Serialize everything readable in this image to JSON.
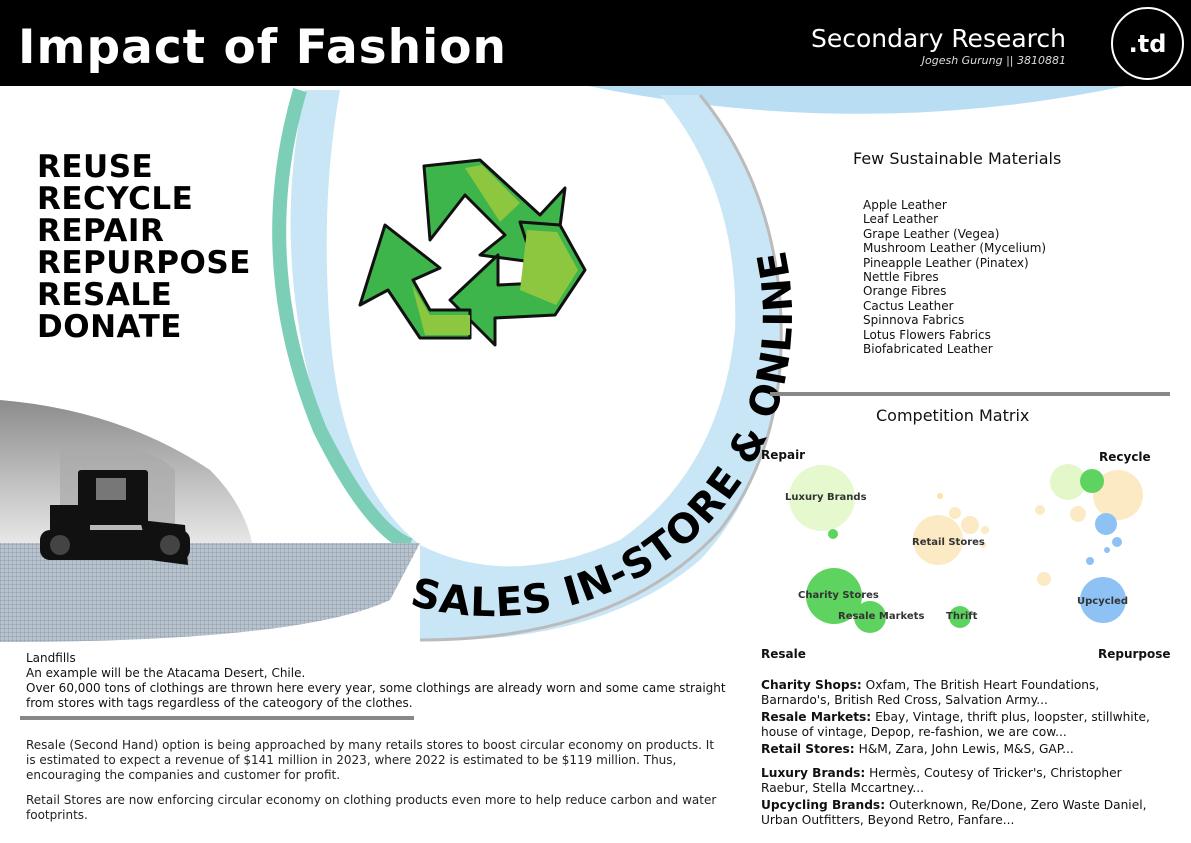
{
  "header": {
    "title": "Impact of Fashion",
    "section": "Secondary Research",
    "author": "Jogesh Gurung || 3810881",
    "logo": ".td"
  },
  "principles": [
    "REUSE",
    "RECYCLE",
    "REPAIR",
    "REPURPOSE",
    "RESALE",
    "DONATE"
  ],
  "recycle_symbol": {
    "icon": "recycle-icon",
    "colors": [
      "#3db54a",
      "#8dc63f"
    ]
  },
  "arc_text": "SALES IN-STORE & ONLINE",
  "materials": {
    "title": "Few Sustainable Materials",
    "items": [
      "Apple Leather",
      "Leaf Leather",
      "Grape Leather (Vegea)",
      "Mushroom Leather (Mycelium)",
      "Pineapple Leather (Pinatex)",
      "Nettle Fibres",
      "Orange Fibres",
      "Cactus Leather",
      "Spinnova Fabrics",
      "Lotus Flowers Fabrics",
      "Biofabricated Leather"
    ]
  },
  "matrix": {
    "title": "Competition Matrix",
    "corners": {
      "top_left": "Repair",
      "top_right": "Recycle",
      "bottom_left": "Resale",
      "bottom_right": "Repurpose"
    },
    "labels": [
      "Luxury Brands",
      "Retail Stores",
      "Charity Stores",
      "Resale Markets",
      "Thrift",
      "Upcycled"
    ]
  },
  "brands": [
    {
      "label": "Charity Shops:",
      "text": "Oxfam, The British Heart Foundations, Barnardo's, British Red Cross, Salvation Army..."
    },
    {
      "label": "Resale Markets:",
      "text": "Ebay, Vintage, thrift plus, loopster, stillwhite, house of vintage, Depop, re-fashion, we are cow..."
    },
    {
      "label": "Retail Stores:",
      "text": "H&M, Zara, John Lewis, M&S, GAP..."
    },
    {
      "label": "Luxury Brands:",
      "text": "Hermès, Coutesy of Tricker's, Christopher Raebur, Stella Mccartney..."
    },
    {
      "label": "Upcycling Brands:",
      "text": "Outerknown, Re/Done, Zero Waste Daniel, Urban Outfitters, Beyond Retro, Fanfare..."
    }
  ],
  "landfills": {
    "heading": "Landfills",
    "line1": "An example will be the Atacama Desert, Chile.",
    "line2": "Over 60,000 tons of clothings are thrown here every year, some clothings are already worn and some came straight from stores with tags regardless of the cateogory of the clothes."
  },
  "resale_paragraph": "Resale (Second Hand) option is being approached by many retails stores to boost circular economy on products. It is estimated to expect a revenue of $141 million in 2023, where 2022 is estimated to be $119 million. Thus, encouraging the companies and customer for profit.",
  "retail_paragraph": "Retail Stores are now enforcing circular economy on clothing products even more to help reduce carbon and water footprints.",
  "colors": {
    "arc_blue": "#c9e6f6",
    "arc_teal": "#7ccfb6",
    "green": "#3db54a",
    "light_green": "#8dc63f"
  }
}
